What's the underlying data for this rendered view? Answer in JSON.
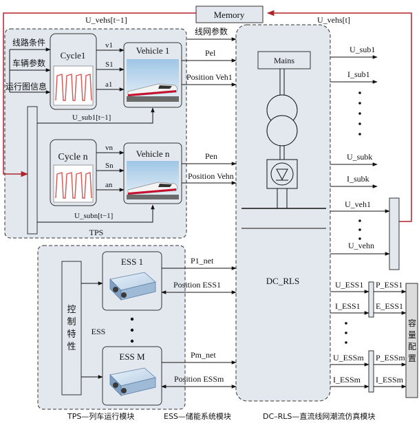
{
  "memory": "Memory",
  "signals": {
    "u_vehs_prev": "U_vehs[t−1]",
    "u_vehs_now": "U_vehs[t]",
    "u_sub1_prev": "U_sub1[t−1]",
    "u_subn_prev": "U_subn[t−1]"
  },
  "tps": {
    "label": "TPS",
    "inputs": [
      "线路条件",
      "车辆参数",
      "运行图信息"
    ],
    "cycle1": "Cycle1",
    "cyclen": "Cycle n",
    "vehicle1": "Vehicle 1",
    "vehiclen": "Vehicle n",
    "v1": "v1",
    "s1": "S1",
    "a1": "a1",
    "vn": "vn",
    "sn": "Sn",
    "an": "an"
  },
  "links": {
    "grid_params": "线网参数",
    "pel": "Pel",
    "pos_veh1": "Position Veh1",
    "pen": "Pen",
    "pos_vehn": "Position Vehn",
    "p1_net": "P1_net",
    "pos_ess1": "Position ESS1",
    "pm_net": "Pm_net",
    "pos_essm": "Position ESSm"
  },
  "dcrls": {
    "label": "DC_RLS",
    "mains": "Mains",
    "outputs": [
      "U_sub1",
      "I_sub1",
      "U_subk",
      "I_subk",
      "U_veh1",
      "U_vehn"
    ],
    "ess_outputs": [
      "U_ESS1",
      "I_ESS1",
      "U_ESSm",
      "I_ESSm"
    ],
    "ess_results": [
      "P_ESS1",
      "E_ESS1",
      "P_ESSm",
      "I_ESSm"
    ]
  },
  "ess": {
    "label": "ESS",
    "control": "控制特性",
    "ess1": "ESS 1",
    "essm": "ESS M"
  },
  "capacity": "容量配置",
  "legend": [
    "TPS—列车运行模块",
    "ESS—储能系统模块",
    "DC–RLS—直流线网潮流仿真模块"
  ]
}
